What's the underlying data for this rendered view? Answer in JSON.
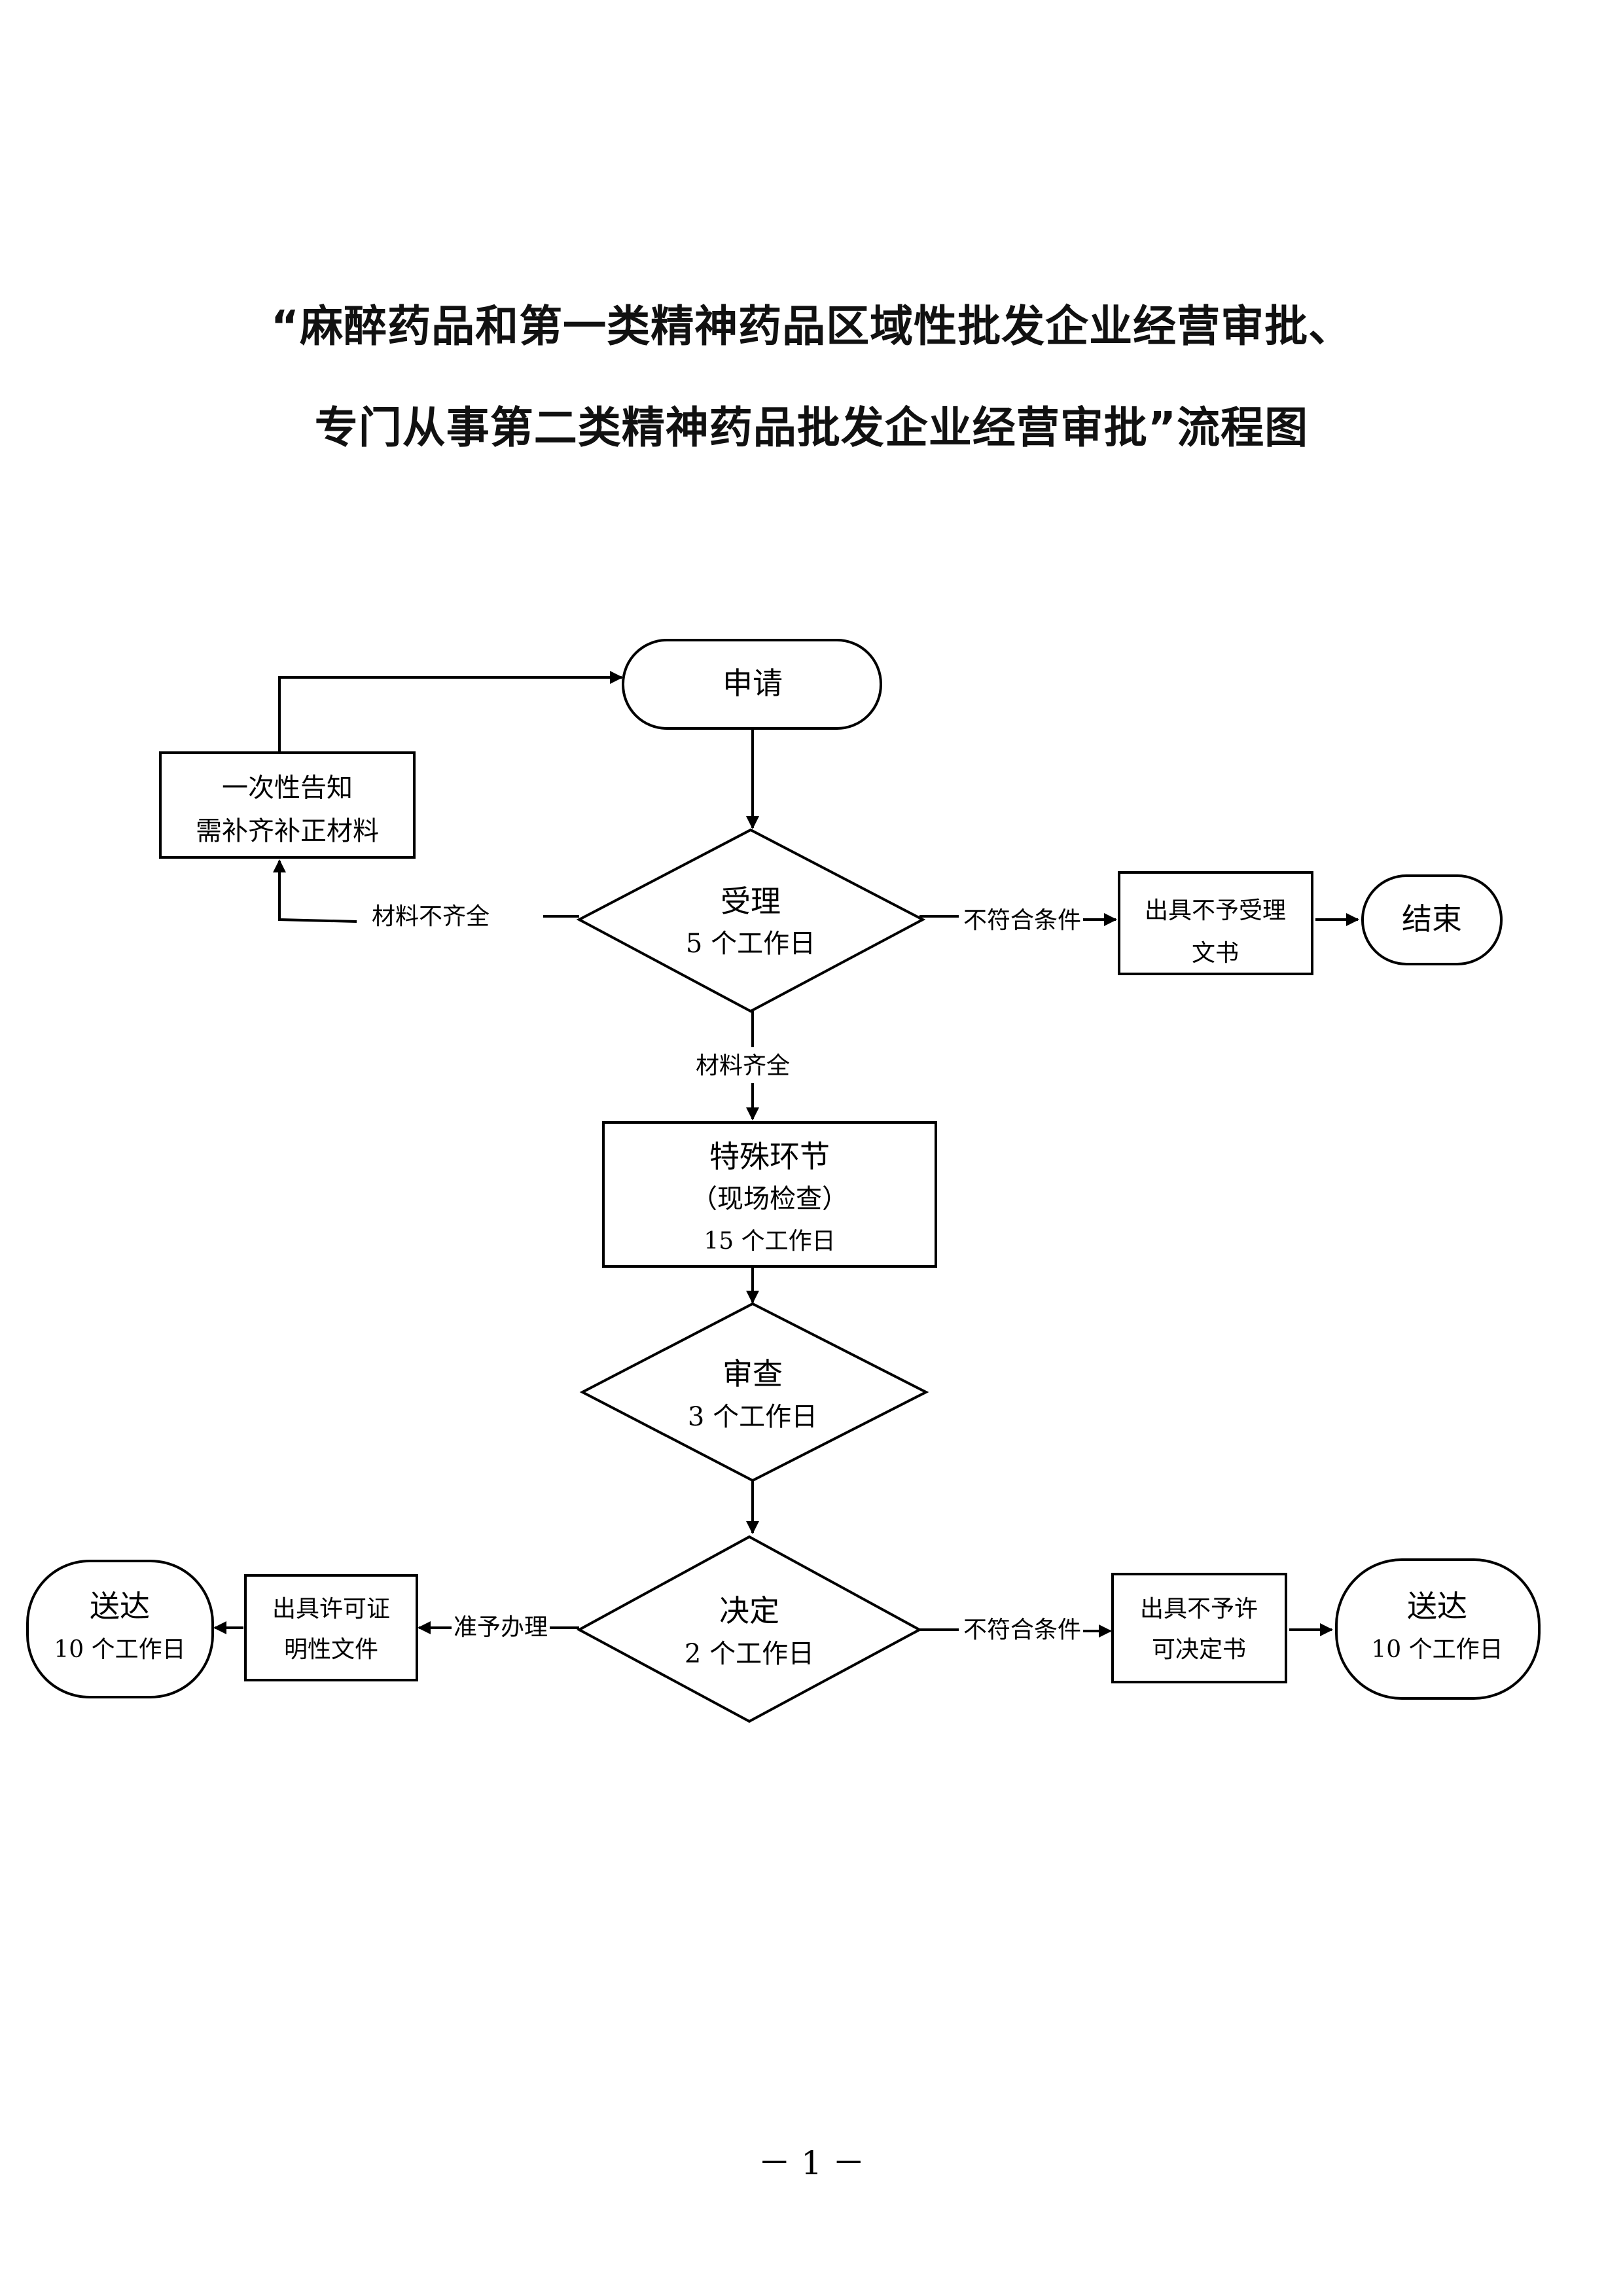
{
  "title": {
    "line1": "“麻醉药品和第一类精神药品区域性批发企业经营审批、",
    "line2": "专门从事第二类精神药品批发企业经营审批”流程图"
  },
  "nodes": {
    "apply": "申请",
    "notify": {
      "line1": "一次性告知",
      "line2": "需补齐补正材料"
    },
    "accept": {
      "line1": "受理",
      "line2": "5 个工作日"
    },
    "reject_accept": {
      "line1": "出具不予受理",
      "line2": "文书"
    },
    "end": "结束",
    "special": {
      "line1": "特殊环节",
      "line2": "（现场检查）",
      "line3": "15 个工作日"
    },
    "review": {
      "line1": "审查",
      "line2": "3 个工作日"
    },
    "decide": {
      "line1": "决定",
      "line2": "2 个工作日"
    },
    "permit_doc": {
      "line1": "出具许可证",
      "line2": "明性文件"
    },
    "deliver_left": {
      "line1": "送达",
      "line2": "10 个工作日"
    },
    "deny_doc": {
      "line1": "出具不予许",
      "line2": "可决定书"
    },
    "deliver_right": {
      "line1": "送达",
      "line2": "10 个工作日"
    }
  },
  "edges": {
    "incomplete": "材料不齐全",
    "complete": "材料齐全",
    "not_qualified_1": "不符合条件",
    "approve": "准予办理",
    "not_qualified_2": "不符合条件"
  },
  "page_number": "－ 1 －"
}
